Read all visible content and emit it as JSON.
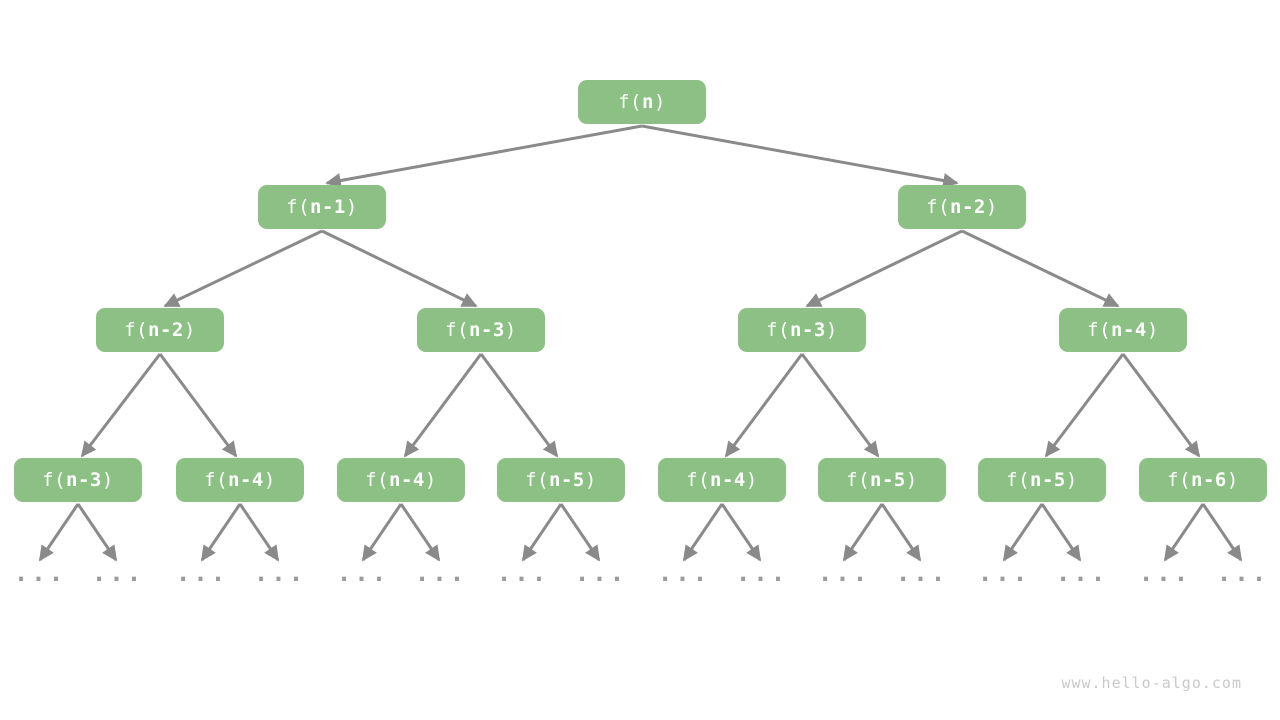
{
  "diagram": {
    "title_hint": "recursion tree of fibonacci-style calls",
    "nodes": [
      {
        "pre": "f(",
        "arg": "n",
        "post": ")"
      },
      {
        "pre": "f(",
        "arg": "n-1",
        "post": ")"
      },
      {
        "pre": "f(",
        "arg": "n-2",
        "post": ")"
      },
      {
        "pre": "f(",
        "arg": "n-2",
        "post": ")"
      },
      {
        "pre": "f(",
        "arg": "n-3",
        "post": ")"
      },
      {
        "pre": "f(",
        "arg": "n-3",
        "post": ")"
      },
      {
        "pre": "f(",
        "arg": "n-4",
        "post": ")"
      },
      {
        "pre": "f(",
        "arg": "n-3",
        "post": ")"
      },
      {
        "pre": "f(",
        "arg": "n-4",
        "post": ")"
      },
      {
        "pre": "f(",
        "arg": "n-4",
        "post": ")"
      },
      {
        "pre": "f(",
        "arg": "n-5",
        "post": ")"
      },
      {
        "pre": "f(",
        "arg": "n-4",
        "post": ")"
      },
      {
        "pre": "f(",
        "arg": "n-5",
        "post": ")"
      },
      {
        "pre": "f(",
        "arg": "n-5",
        "post": ")"
      },
      {
        "pre": "f(",
        "arg": "n-6",
        "post": ")"
      }
    ],
    "ellipses": [
      "...",
      "...",
      "...",
      "...",
      "...",
      "...",
      "...",
      "...",
      "...",
      "...",
      "...",
      "...",
      "...",
      "...",
      "...",
      "..."
    ]
  },
  "watermark": {
    "text": "www.hello-algo.com"
  },
  "style": {
    "node_fill": "#8cc084",
    "node_text": "#ffffff",
    "arrow_color": "#8a8a8a",
    "dots_color": "#9b9b9b",
    "watermark_color": "#c9c9c9",
    "background": "#ffffff"
  }
}
